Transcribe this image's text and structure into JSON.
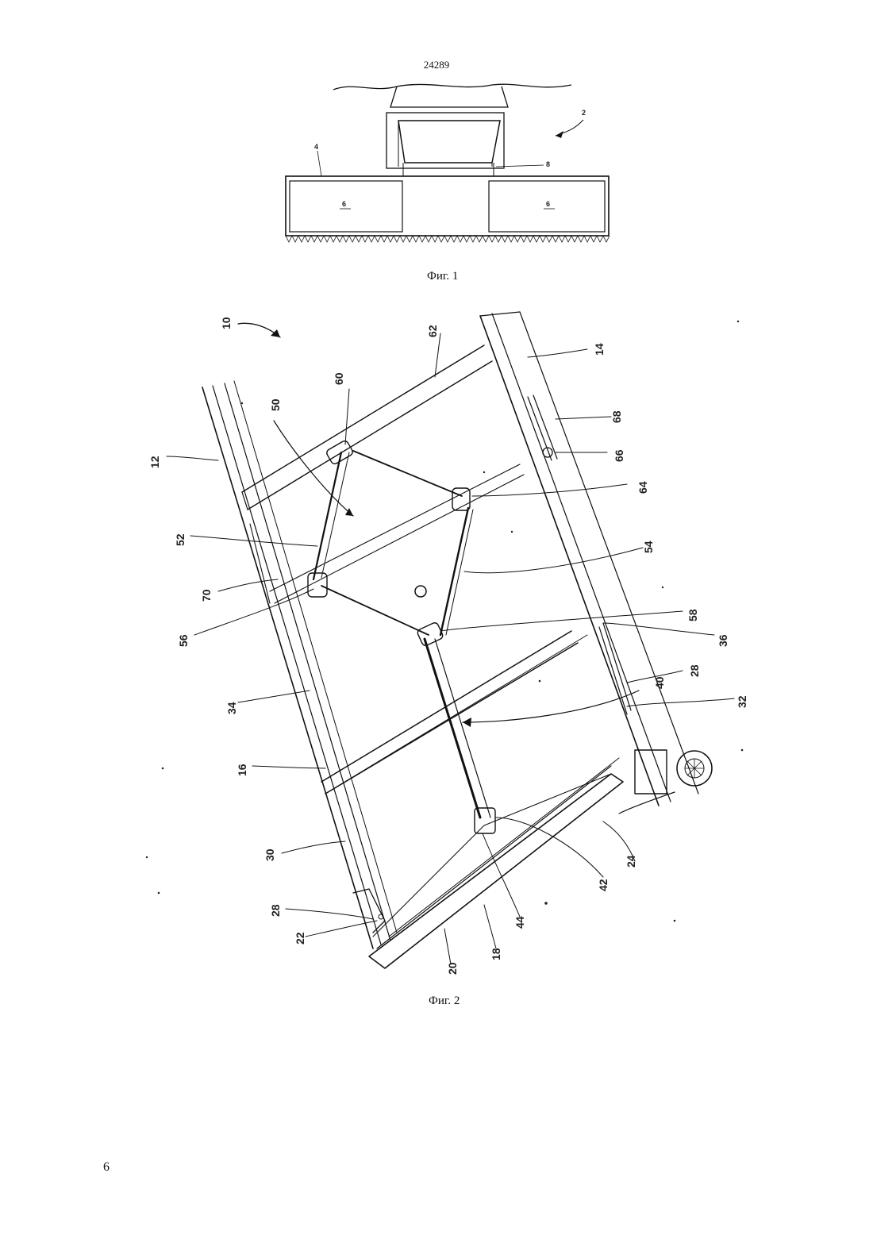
{
  "header": {
    "doc_number": "24289"
  },
  "figure1": {
    "caption": "Фиг. 1",
    "labels": {
      "assembly": "2",
      "plate": "4",
      "box": "6",
      "part": "8"
    }
  },
  "figure2": {
    "caption": "Фиг. 2",
    "labels": {
      "l10": "10",
      "l12": "12",
      "l14": "14",
      "l16": "16",
      "l18": "18",
      "l20": "20",
      "l22": "22",
      "l24": "24",
      "l28": "28",
      "l30": "30",
      "l32": "32",
      "l34": "34",
      "l36": "36",
      "l40": "40",
      "l42": "42",
      "l44": "44",
      "l50": "50",
      "l52": "52",
      "l54": "54",
      "l56": "56",
      "l58": "58",
      "l60": "60",
      "l62": "62",
      "l64": "64",
      "l66": "66",
      "l68": "68",
      "l70": "70"
    }
  },
  "footer": {
    "page_number": "6"
  }
}
